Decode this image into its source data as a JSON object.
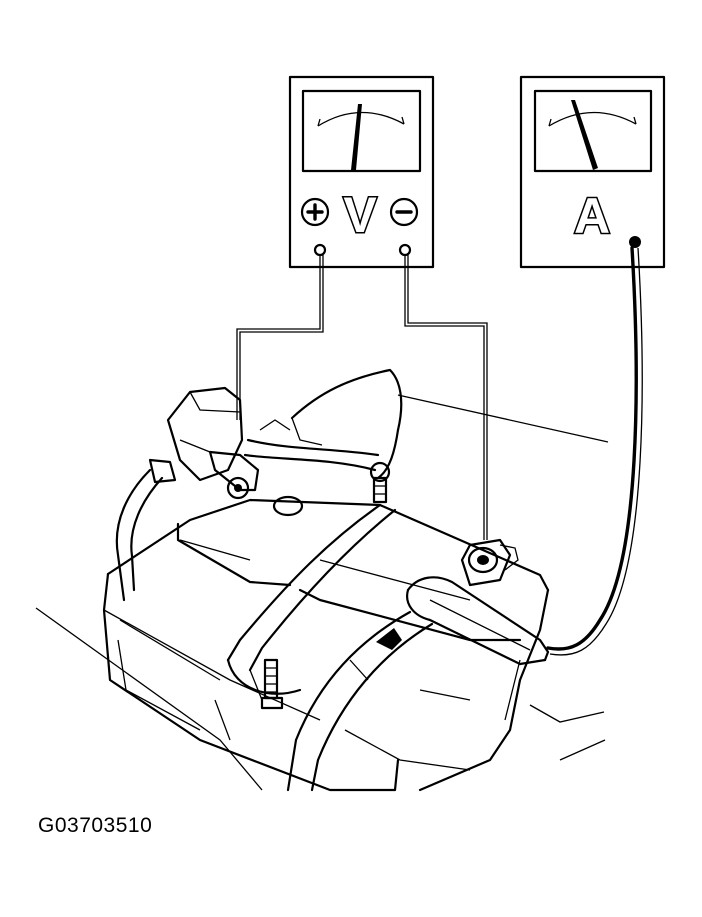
{
  "figure_id": "G03703510",
  "voltmeter": {
    "positive_symbol": "⊕",
    "letter": "V",
    "negative_symbol": "⊖"
  },
  "ammeter": {
    "letter": "A"
  }
}
